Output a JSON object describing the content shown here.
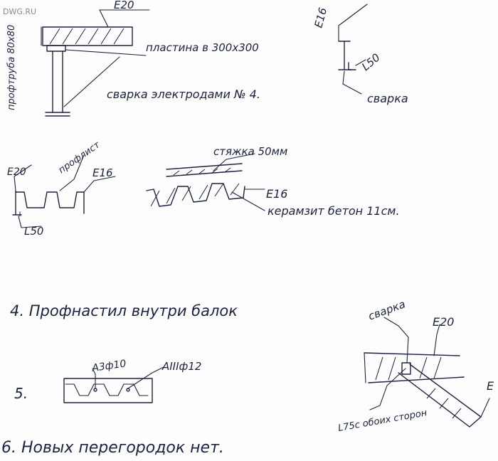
{
  "watermark": "DWG.RU",
  "detail1": {
    "channel": "Е20",
    "column": "профтруба 80х80",
    "plate": "пластина в 300х300",
    "weld": "сварка электродами № 4."
  },
  "detail2": {
    "channel": "Е16",
    "angle": "L50",
    "weld": "сварка"
  },
  "detail3": {
    "channel_left": "Е20",
    "deck": "профлист",
    "channel_right": "Е16",
    "angle": "L50"
  },
  "detail4": {
    "screed": "стяжка 50мм",
    "channel": "Е16",
    "concrete": "керамзит бетон 11см."
  },
  "note4": "4. Профнастил внутри балок",
  "detail5": {
    "number": "5.",
    "rebar_small": "А3ф10",
    "rebar_large": "АIIIф12"
  },
  "detail6": {
    "weld": "сварка",
    "channel": "Е20",
    "angle": "L75с обоих сторон",
    "edge_label": "Е"
  },
  "note6": "6. Новых перегородок нет."
}
